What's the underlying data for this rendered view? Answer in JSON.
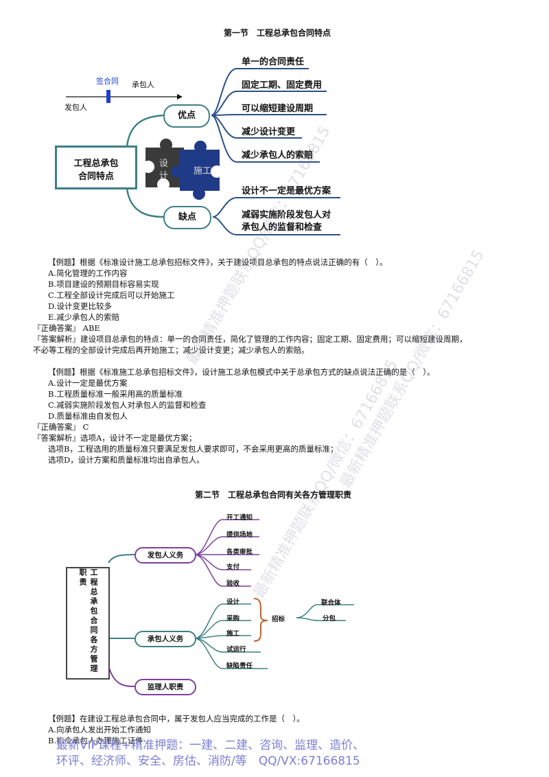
{
  "section1": {
    "heading": "第一节　工程总承包合同特点",
    "timeline": {
      "signing_label": "签合同",
      "contractor_label": "承包人",
      "employer_label": "发包人"
    },
    "center_label_line1": "工程总承包",
    "center_label_line2": "合同特点",
    "puzzle_left": "设计",
    "puzzle_right": "施工",
    "advantages_label": "优点",
    "advantages": [
      "单一的合同责任",
      "固定工期、固定费用",
      "可以缩短建设周期",
      "减少设计变更",
      "减少承包人的索赔"
    ],
    "disadvantages_label": "缺点",
    "disadvantages": [
      "设计不一定是最优方案",
      "减弱实施阶段发包人对",
      "承包人的监督和检查"
    ]
  },
  "example1": {
    "question": "【例题】根据《标准设计施工总承包招标文件》，关于建设项目总承包的特点说法正确的有（　）。",
    "options": [
      "A.简化管理的工作内容",
      "B.项目建设的预期目标容易实现",
      "C.工程全部设计完成后可以开始施工",
      "D.设计变更比较多",
      "E.减少承包人的索赔"
    ],
    "answer": "『正确答案』 ABE",
    "analysis_line1": "『答案解析』建设项目总承包的特点：单一的合同责任，简化了管理的工作内容；固定工期、固定费用；可以缩短建设周期，",
    "analysis_line2": "不必等工程的全部设计完成后再开始施工；减少设计变更；减少承包人的索赔。"
  },
  "example2": {
    "question": "【例题】根据《标准施工总承包招标文件》，设计施工总承包模式中关于总承包方式的缺点说法正确的是（　）。",
    "options": [
      "A.设计一定是最优方案",
      "B.工程质量标准一般采用高的质量标准",
      "C.减弱实施阶段发包人对承包人的监督和检查",
      "D.质量标准由自发包人"
    ],
    "answer": "『正确答案』 C",
    "analysis_line1": "『答案解析』选项A，设计不一定是最优方案；",
    "analysis_line2": "选项B，工程选用的质量标准只要满足发包人要求即可，不会采用更高的质量标准；",
    "analysis_line3": "选项D，设计方案和质量标准均出自承包人。"
  },
  "section2": {
    "heading": "第二节　工程总承包合同有关各方管理职责",
    "root_label": "工程总承包合同各方管理职责",
    "employer_duties_label": "发包人义务",
    "employer_duties": [
      "开工通知",
      "提供场地",
      "各类审批",
      "支付",
      "验收"
    ],
    "contractor_duties_label": "承包人义务",
    "contractor_duties": [
      "设计",
      "采购",
      "施工",
      "试运行",
      "缺陷责任"
    ],
    "bidding_label": "招标",
    "bidding_items": [
      "联合体",
      "分包"
    ],
    "supervisor_label": "监理人职责"
  },
  "example3": {
    "question": "【例题】在建设工程总承包合同中，属于发包人应当完成的工作是（　）。",
    "options": [
      "A.向承包人发出开始工作通知",
      "B.指令承包人办理施工证件"
    ]
  },
  "watermarks": [
    "最新精准押题联系QQ/微信：67166815",
    "最新精准押题联系QQ/微信：67166815",
    "最新精准押题联系QQ/微信：67166815"
  ],
  "footer": {
    "line1": "最新VIP课程+精准押题：一建、二建、咨询、监理、造价、",
    "line2": "环评、经济师、安全、房估、消防/等　QQ/VX:67166815"
  },
  "colors": {
    "mindmap_teal": "#3c7f85",
    "mindmap_blue": "#2b4f8a",
    "mindmap_purple": "#7b3fa0",
    "brace_orange": "#c0622b",
    "footer_blue": "#7b7ed6"
  }
}
